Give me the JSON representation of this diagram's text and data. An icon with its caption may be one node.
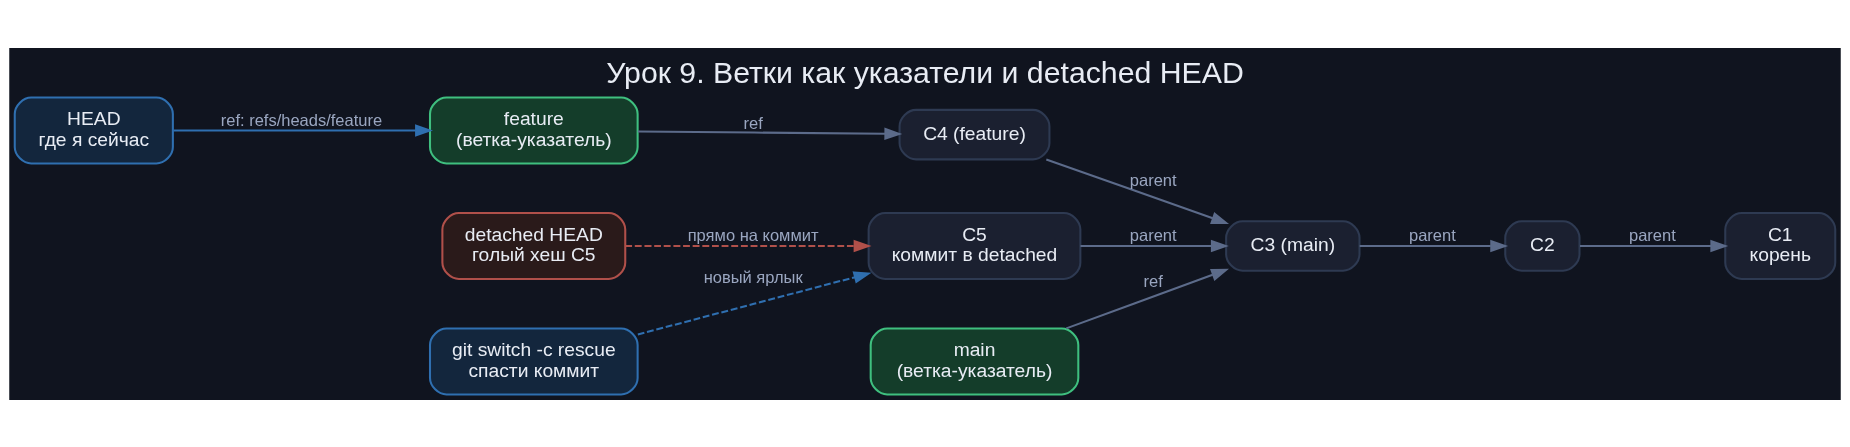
{
  "diagram": {
    "title": "Урок 9. Ветки как указатели и detached HEAD",
    "nodes": [
      {
        "text": [
          "HEAD",
          "где я сейчас"
        ]
      },
      {
        "text": [
          "feature",
          "(ветка-указатель)"
        ]
      },
      {
        "text": [
          "C4 (feature)"
        ]
      },
      {
        "text": [
          "detached HEAD",
          "голый хеш C5"
        ]
      },
      {
        "text": [
          "C5",
          "коммит в detached"
        ]
      },
      {
        "text": [
          "C3 (main)"
        ]
      },
      {
        "text": [
          "C2"
        ]
      },
      {
        "text": [
          "C1",
          "корень"
        ]
      },
      {
        "text": [
          "git switch -c rescue",
          "спасти коммит"
        ]
      },
      {
        "text": [
          "main",
          "(ветка-указатель)"
        ]
      }
    ],
    "edges": [
      {
        "from": 0,
        "to": 1,
        "arrow": "to",
        "label": "ref: refs/heads/feature",
        "color": "#2f6fb0"
      },
      {
        "from": 1,
        "to": 2,
        "arrow": "to",
        "label": "ref"
      },
      {
        "from": 2,
        "to": 5,
        "arrow": "to",
        "label": "parent"
      },
      {
        "from": 3,
        "to": 4,
        "arrow": "to",
        "label": "прямо на коммит",
        "style": "dashed",
        "color": "#b0504a"
      },
      {
        "from": 4,
        "to": 5,
        "arrow": "to",
        "label": "parent"
      },
      {
        "from": 5,
        "to": 6,
        "arrow": "to",
        "label": "parent"
      },
      {
        "from": 6,
        "to": 7,
        "arrow": "to",
        "label": "parent"
      },
      {
        "from": 8,
        "to": 4,
        "arrow": "to",
        "label": "новый ярлык",
        "style": "dashed",
        "color": "#2f6fb0"
      },
      {
        "from": 9,
        "to": 5,
        "arrow": "to",
        "label": "ref"
      }
    ]
  }
}
